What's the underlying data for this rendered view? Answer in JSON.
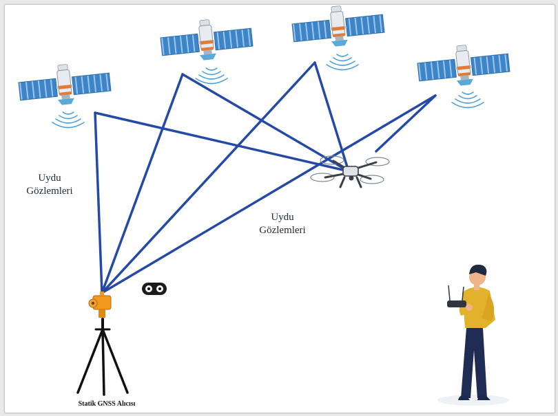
{
  "labels": {
    "left_line1": "Uydu",
    "left_line2": "Gözlemleri",
    "center_line1": "Uydu",
    "center_line2": "Gözlemleri",
    "receiver_caption": "Statik GNSS Alıcısı"
  },
  "icons": [
    "satellite-icon",
    "signal-waves-icon",
    "drone-icon",
    "gnss-receiver-icon",
    "tripod-icon",
    "operator-icon",
    "remote-controller-icon",
    "binoculars-icon"
  ],
  "colors": {
    "signal_line": "#2449a6",
    "solar_panel": "#3d85c6",
    "receiver": "#f39a1e",
    "shirt": "#e2b22c",
    "pants": "#1f2d55"
  }
}
